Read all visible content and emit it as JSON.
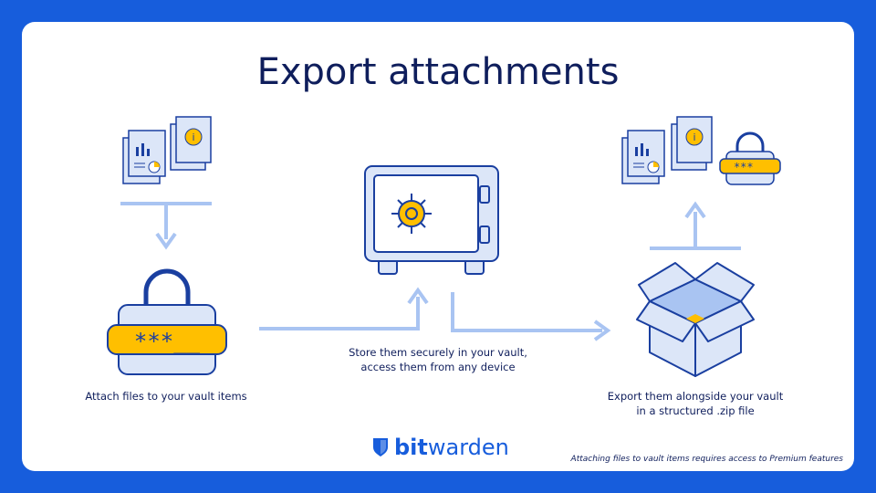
{
  "title": "Export attachments",
  "steps": [
    {
      "caption": "Attach files to your vault items"
    },
    {
      "caption_line1": "Store them securely in your vault,",
      "caption_line2": "access them from any device"
    },
    {
      "caption_line1": "Export them alongside your vault",
      "caption_line2": "in a structured .zip file"
    }
  ],
  "password_mask": "***__",
  "brand": {
    "bold": "bit",
    "regular": "warden"
  },
  "footnote": "Attaching files to vault items requires access to Premium features",
  "colors": {
    "background": "#175ddc",
    "navy": "#0f1e5c",
    "outline": "#1a3fa0",
    "fill": "#dce6f8",
    "accent": "#ffbf00",
    "arrow": "#a9c4f2"
  }
}
